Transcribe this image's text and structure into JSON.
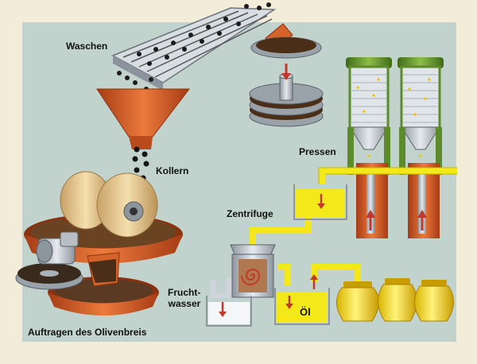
{
  "labels": {
    "waschen": "Waschen",
    "kollern": "Kollern",
    "pressen": "Pressen",
    "zentrifuge": "Zentrifuge",
    "fruchtwasser_line1": "Frucht-",
    "fruchtwasser_line2": "wasser",
    "oel": "Öl",
    "auftragen": "Auftragen des Olivenbreis"
  },
  "colors": {
    "background": "#f3ecd8",
    "panel": "#c2d3ce",
    "copper": "#d4622b",
    "copper_dark": "#9c3a16",
    "oil_yellow": "#f3e81a",
    "olive_green": "#5d8a2a",
    "arrow_red": "#c0392b",
    "pulp_brown": "#5a3a22"
  }
}
